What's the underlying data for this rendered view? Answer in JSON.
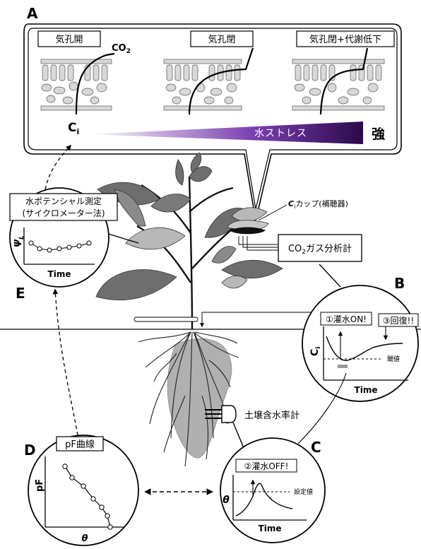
{
  "panels": {
    "A": {
      "letter": "A",
      "state1": "気孔開",
      "state2": "気孔閉",
      "state3": "気孔閉+代謝低下",
      "co2": "CO",
      "co2_sub": "2",
      "ci": "C",
      "ci_sub": "i",
      "stress_label": "水ストレス",
      "strong": "強"
    },
    "B": {
      "letter": "B",
      "irrigation_on": "①灌水ON!",
      "recovery": "③回復!!",
      "threshold": "閾値",
      "yaxis": "C",
      "yaxis_sub": "i",
      "xaxis": "Time"
    },
    "C": {
      "letter": "C",
      "irrigation_off": "②灌水OFF!",
      "setpoint": "設定値",
      "yaxis": "θ",
      "xaxis": "Time"
    },
    "D": {
      "letter": "D",
      "title": "pF曲線",
      "yaxis": "pF",
      "xaxis": "θ"
    },
    "E": {
      "letter": "E",
      "title_line1": "水ポテンシャル測定",
      "title_line2": "(サイクロメーター法)",
      "yaxis": "Ψ",
      "yaxis_sub": "L",
      "xaxis": "Time"
    }
  },
  "devices": {
    "cup_prefix": "C",
    "cup_sub": "i",
    "cup_suffix": "カップ(補聴器)",
    "analyzer_prefix": "CO",
    "analyzer_sub": "2",
    "analyzer_suffix": "ガス分析計",
    "soil_sensor": "土壌含水率計"
  },
  "colors": {
    "stress_start": "#ffffff",
    "stress_end": "#3a1060",
    "leaf_dark": "#6e6e6e",
    "leaf_light": "#b8b8b8",
    "root_zone": "#b0b0b0"
  }
}
